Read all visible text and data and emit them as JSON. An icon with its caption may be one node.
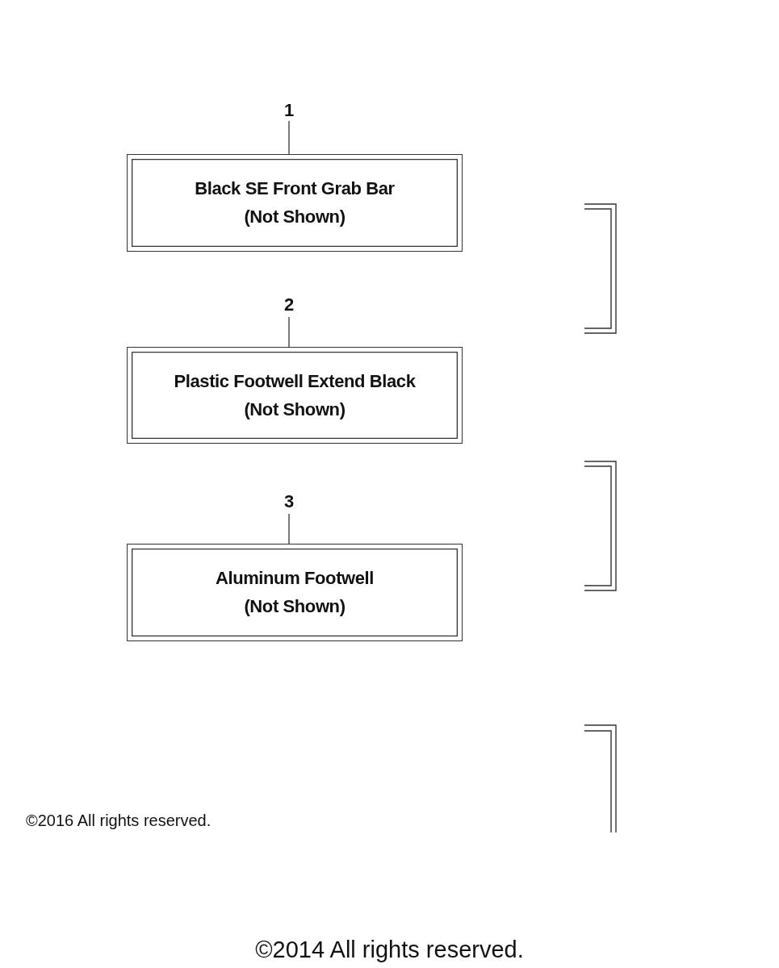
{
  "diagram": {
    "nodes": [
      {
        "text": [
          "1"
        ]
      },
      {
        "text": [
          "Black SE Front Grab Bar",
          "(Not Shown)"
        ]
      },
      {
        "text": [
          "2"
        ]
      },
      {
        "text": [
          "Plastic Footwell Extend Black",
          "(Not Shown)"
        ]
      },
      {
        "text": [
          "3"
        ]
      },
      {
        "text": [
          "Aluminum Footwell",
          "(Not Shown)"
        ]
      }
    ],
    "edges": [
      {
        "from": 0,
        "to": 1,
        "arrow": "none"
      },
      {
        "from": 2,
        "to": 3,
        "arrow": "none"
      },
      {
        "from": 4,
        "to": 5,
        "arrow": "none"
      }
    ],
    "labels": [
      "©2016 All rights reserved.",
      "©2014 All rights reserved."
    ]
  }
}
